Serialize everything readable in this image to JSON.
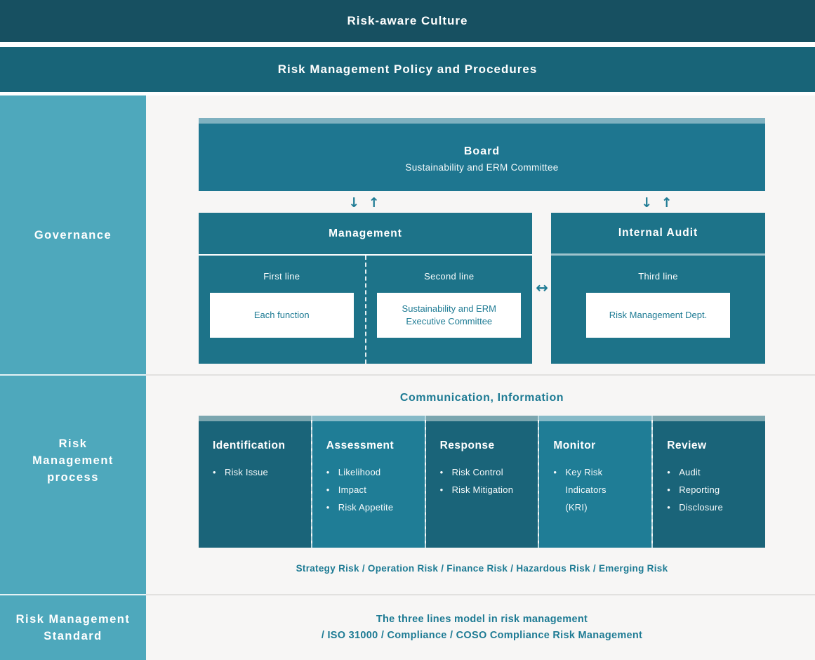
{
  "banners": {
    "culture": "Risk-aware Culture",
    "policy": "Risk Management Policy and Procedures"
  },
  "sidebar": {
    "governance": "Governance",
    "process": "Risk\nManagement\nprocess",
    "standard": "Risk Management\nStandard"
  },
  "governance": {
    "board": {
      "title": "Board",
      "subtitle": "Sustainability and ERM Committee"
    },
    "arrow_down_up": "↓ ↑",
    "arrow_left_right": "↔",
    "management": {
      "title": "Management",
      "first": {
        "label": "First line",
        "box": "Each function"
      },
      "second": {
        "label": "Second line",
        "box": "Sustainability and ERM\nExecutive Committee"
      }
    },
    "internal_audit": {
      "title": "Internal Audit",
      "label": "Third line",
      "box": "Risk Management Dept."
    }
  },
  "process": {
    "heading": "Communication, Information",
    "columns": [
      {
        "title": "Identification",
        "items": [
          "Risk Issue"
        ]
      },
      {
        "title": "Assessment",
        "items": [
          "Likelihood",
          "Impact",
          "Risk Appetite"
        ]
      },
      {
        "title": "Response",
        "items": [
          "Risk Control",
          "Risk Mitigation"
        ]
      },
      {
        "title": "Monitor",
        "items": [
          "Key Risk\nIndicators\n(KRI)"
        ]
      },
      {
        "title": "Review",
        "items": [
          "Audit",
          "Reporting",
          "Disclosure"
        ]
      }
    ],
    "risk_types": "Strategy Risk / Operation Risk / Finance Risk / Hazardous Risk / Emerging Risk"
  },
  "standard": {
    "line1": "The three lines model in risk management",
    "line2": "/ ISO 31000 / Compliance / COSO Compliance Risk Management"
  },
  "colors": {
    "banner_dark": "#175061",
    "banner_teal": "#186478",
    "sidebar": "#4ea8bc",
    "box_teal": "#1d7389",
    "board_teal": "#1e7690",
    "board_strip": "#7fb1c0",
    "column_dark": "#1a6479",
    "column_light": "#1f7d96",
    "strip_dark": "#7ba6af",
    "strip_light": "#86bac8",
    "accent_text": "#1e7b94",
    "main_background": "#f7f6f5"
  }
}
